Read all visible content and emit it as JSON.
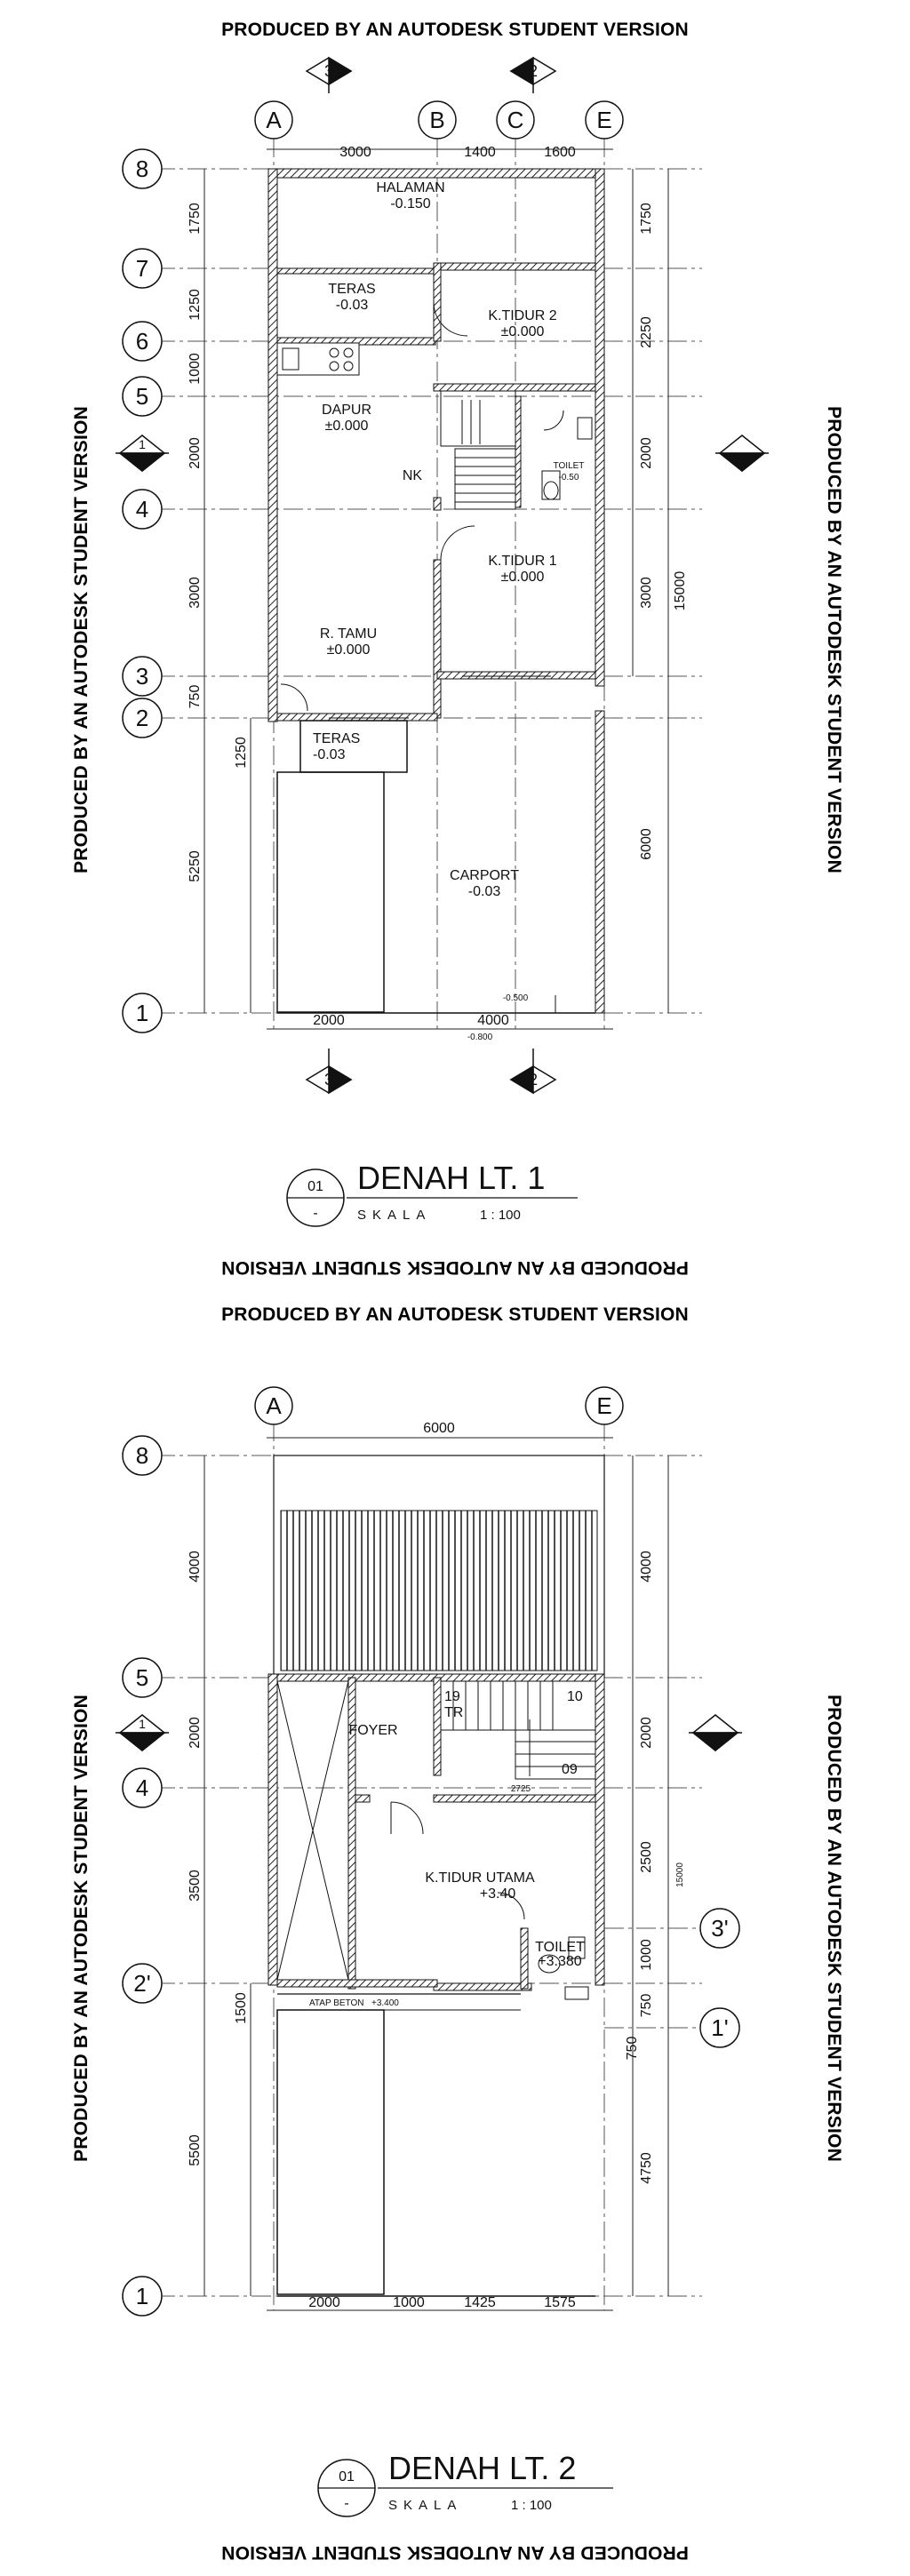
{
  "watermark": "PRODUCED BY AN AUTODESK STUDENT VERSION",
  "plan1": {
    "title": "DENAH LT. 1",
    "number": "01",
    "sheet": "-",
    "scale_word": "SKALA",
    "scale_value": "1 : 100",
    "columns": [
      "A",
      "B",
      "C",
      "E"
    ],
    "rows": [
      "8",
      "7",
      "6",
      "5",
      "4",
      "3",
      "2",
      "1"
    ],
    "sections": {
      "left": "3",
      "right": "2",
      "side": "1",
      "dash": "-"
    },
    "top_dims": [
      "3000",
      "1400",
      "1600"
    ],
    "bottom_dims": [
      "2000",
      "4000"
    ],
    "left_dims": [
      "1750",
      "1250",
      "1000",
      "2000",
      "3000",
      "750",
      "1250",
      "5250"
    ],
    "right_dims": [
      "1750",
      "2250",
      "2000",
      "3000",
      "6000"
    ],
    "total_dim": "15000",
    "rooms": {
      "halaman": "HALAMAN",
      "halaman_lvl": "-0.150",
      "teras_top": "TERAS",
      "teras_top_lvl": "-0.03",
      "kt2": "K.TIDUR 2",
      "kt2_lvl": "±0.000",
      "dapur": "DAPUR",
      "dapur_lvl": "±0.000",
      "nk": "NK",
      "toilet": "TOILET",
      "toilet_lvl": "-0.50",
      "kt1": "K.TIDUR 1",
      "kt1_lvl": "±0.000",
      "rtamu": "R. TAMU",
      "rtamu_lvl": "±0.000",
      "teras_bot": "TERAS",
      "teras_bot_lvl": "-0.03",
      "carport": "CARPORT",
      "carport_lvl": "-0.03",
      "lvl_a": "-0.500",
      "lvl_b": "-0.800"
    }
  },
  "plan2": {
    "title": "DENAH LT. 2",
    "number": "01",
    "sheet": "-",
    "scale_word": "SKALA",
    "scale_value": "1 : 100",
    "columns": [
      "A",
      "E"
    ],
    "rows": [
      "8",
      "5",
      "4",
      "2'",
      "1",
      "3'",
      "1'"
    ],
    "sections": {
      "side": "1",
      "dash": "-"
    },
    "top_dim": "6000",
    "bottom_dims": [
      "2000",
      "1000",
      "1425",
      "1575"
    ],
    "left_dims": [
      "4000",
      "2000",
      "3500",
      "1500",
      "5500"
    ],
    "right_dims": [
      "4000",
      "2000",
      "2500",
      "1000",
      "750",
      "750",
      "4750"
    ],
    "total_dim": "15000",
    "rooms": {
      "foyer": "FOYER",
      "stair_19": "19",
      "stair_10": "10",
      "stair_09": "09",
      "stair_tr": "TR",
      "dim_2725": "2725",
      "kt_utama": "K.TIDUR  UTAMA",
      "kt_utama_lvl": "+3.40",
      "toilet": "TOILET",
      "toilet_lvl": "+3.380",
      "atap": "ATAP  BETON",
      "atap_lvl": "+3.400"
    }
  }
}
